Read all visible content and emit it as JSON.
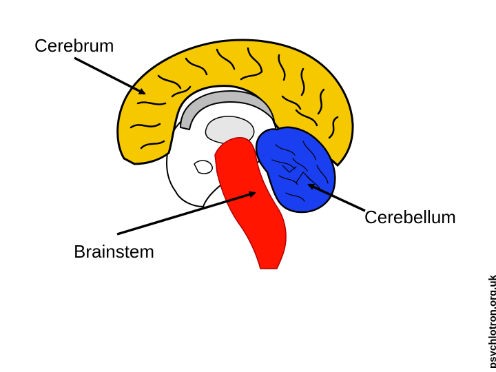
{
  "labels": {
    "cerebrum": "Cerebrum",
    "cerebellum": "Cerebellum",
    "brainstem": "Brainstem"
  },
  "credit": "psychlotron.org.uk",
  "colors": {
    "cerebrum": "#f5c800",
    "cerebellum": "#1a3ff0",
    "brainstem": "#ff1500",
    "outline": "#000000",
    "inner": "#ffffff",
    "midbrain_shade": "#bdbdbd"
  }
}
